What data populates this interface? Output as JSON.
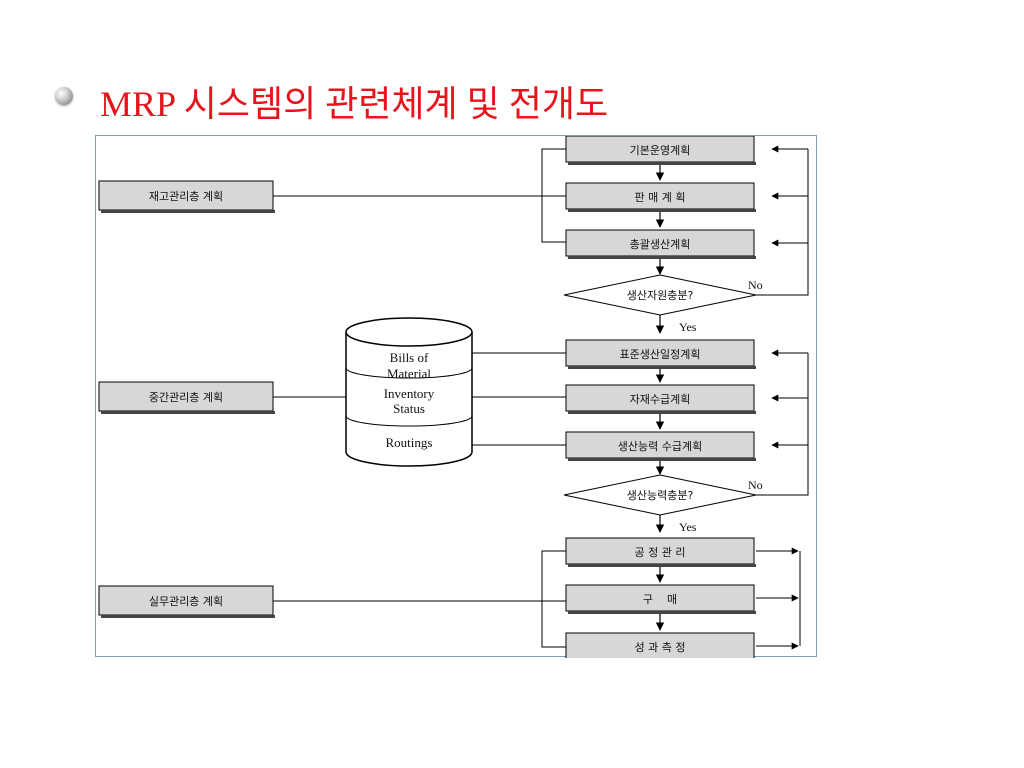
{
  "slide": {
    "title": "MRP 시스템의 관련체계 및 전개도"
  },
  "diagram": {
    "levels": {
      "top": "재고관리층 계획",
      "mid": "중간관리층 계획",
      "bottom": "실무관리층 계획"
    },
    "steps": {
      "basic_plan": "기본운영계획",
      "sales_plan": "판 매 계 획",
      "master_plan": "총괄생산계획",
      "std_schedule": "표준생산일정계획",
      "material_plan": "자재수급계획",
      "capacity_plan": "생산능력 수급계획",
      "process_ctrl": "공 정 관 리",
      "purchase": "구    매",
      "performance": "성 과 측 정"
    },
    "decisions": {
      "resources": "생산자원충분?",
      "capacity": "생산능력충분?"
    },
    "database": {
      "bom_line1": "Bills of",
      "bom_line2": "Material",
      "inv_line1": "Inventory",
      "inv_line2": "Status",
      "routings": "Routings"
    },
    "labels": {
      "yes": "Yes",
      "no": "No"
    }
  }
}
